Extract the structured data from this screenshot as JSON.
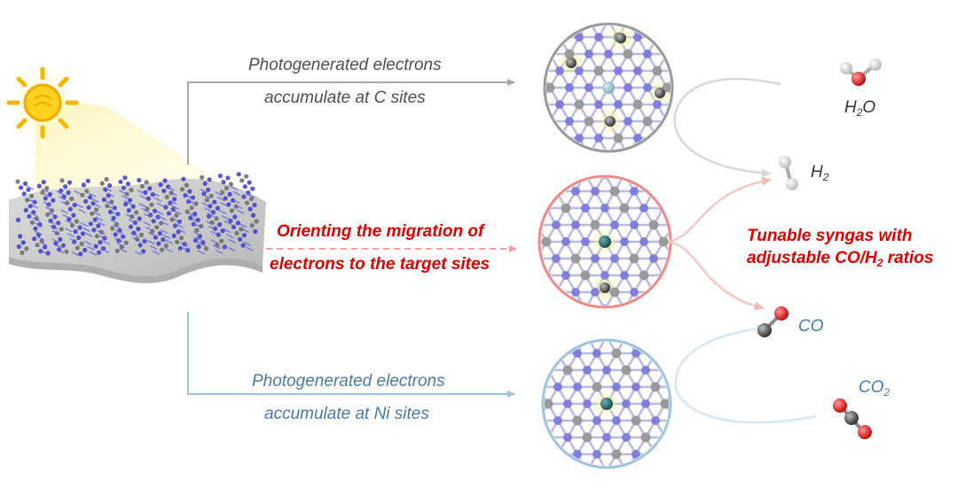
{
  "top_path": {
    "line1": "Photogenerated electrons",
    "line2": "accumulate at C sites"
  },
  "middle_path": {
    "line1": "Orienting the migration of",
    "line2": "electrons to the target sites"
  },
  "bottom_path": {
    "line1": "Photogenerated electrons",
    "line2": "accumulate at Ni sites"
  },
  "syngas_note": {
    "line1": "Tunable syngas with",
    "line2_prefix": "adjustable CO/H",
    "line2_sub": "2",
    "line2_suffix": " ratios"
  },
  "molecules": {
    "water": {
      "prefix": "H",
      "sub": "2",
      "suffix": "O"
    },
    "hydrogen": {
      "prefix": "H",
      "sub": "2"
    },
    "co": {
      "text": "CO"
    },
    "co2": {
      "prefix": "CO",
      "sub": "2"
    }
  },
  "colors": {
    "grey_path": "#a8a8a8",
    "red_path": "#f0a0a0",
    "blue_path": "#9ec3dc",
    "nitrogen": "#7a78d8",
    "carbon": "#9a9a9a",
    "highlight": "#f5f2a0",
    "text_red": "#e00000",
    "text_blue": "#4a7aa8"
  },
  "icons": [
    "sun-icon",
    "carbon-nitride-sheet",
    "water-molecule-icon",
    "hydrogen-molecule-icon",
    "co-molecule-icon",
    "co2-molecule-icon"
  ]
}
